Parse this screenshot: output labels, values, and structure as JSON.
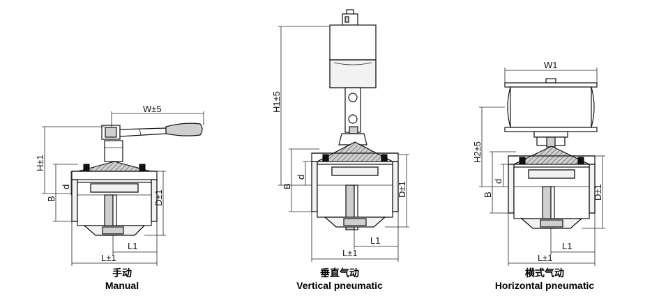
{
  "figures": [
    {
      "caption_cn": "手动",
      "caption_en": "Manual",
      "dims": {
        "width": "W±5",
        "height": "H±1",
        "b": "B",
        "d": "d",
        "diameter": "D±1",
        "l1": "L1",
        "length": "L±1"
      }
    },
    {
      "caption_cn": "垂直气动",
      "caption_en": "Vertical pneumatic",
      "dims": {
        "height": "H1±5",
        "b": "B",
        "d": "d",
        "diameter": "D±1",
        "l1": "L1",
        "length": "L±1"
      }
    },
    {
      "caption_cn": "横式气动",
      "caption_en": "Horizontal pneumatic",
      "dims": {
        "width": "W1",
        "height": "H2±5",
        "b": "B",
        "d": "d",
        "diameter": "D±1",
        "l1": "L1",
        "length": "L±1"
      }
    }
  ],
  "colors": {
    "line": "#111111",
    "fill": "#f2f2f2",
    "shade": "#cfcfcf"
  }
}
